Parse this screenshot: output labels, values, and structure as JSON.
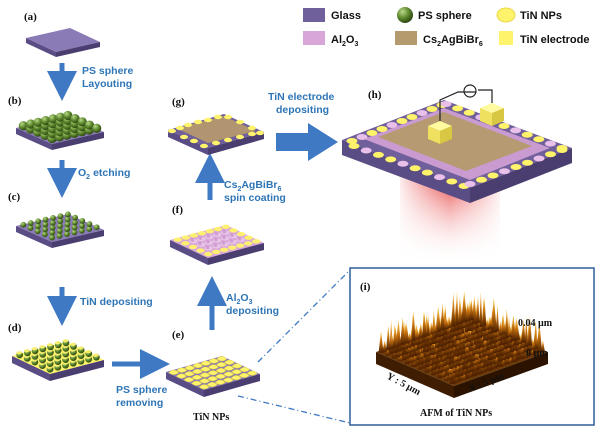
{
  "legend": {
    "glass": "Glass",
    "ps_sphere": "PS sphere",
    "tin_nps": "TiN NPs",
    "al2o3": {
      "main": "Al",
      "sub1": "2",
      "mid": "O",
      "sub2": "3"
    },
    "perovskite": {
      "p1": "Cs",
      "s1": "2",
      "p2": "AgBiBr",
      "s2": "6"
    },
    "tin_electrode": "TiN electrode"
  },
  "panels": {
    "a": "(a)",
    "b": "(b)",
    "c": "(c)",
    "d": "(d)",
    "e": "(e)",
    "f": "(f)",
    "g": "(g)",
    "h": "(h)",
    "i": "(i)"
  },
  "steps": {
    "ab_line1": "PS sphere",
    "ab_line2": "Layouting",
    "bc": "etching",
    "bc_prefix": "O",
    "bc_sub": "2",
    "cd": "TiN depositing",
    "de_line1": "PS sphere",
    "de_line2": "removing",
    "ef_line2": "depositing",
    "ef_al": "Al",
    "ef_s1": "2",
    "ef_o": "O",
    "ef_s2": "3",
    "fg_cs": "Cs",
    "fg_s1": "2",
    "fg_agbibr": "AgBiBr",
    "fg_s2": "6",
    "fg_line2": "spin coating",
    "gh_line1": "TiN electrode",
    "gh_line2": "depositing"
  },
  "e_caption": "TiN NPs",
  "afm": {
    "z_top": "0.04 µm",
    "z_bottom": "0 µm",
    "y_axis": "Y : 5 µm",
    "x_axis": "X : 5 µm",
    "caption": "AFM of TiN NPs"
  },
  "colors": {
    "glass": "#6f5f9a",
    "ps": "#5f8a2f",
    "tin": "#fff36b",
    "al2o3": "#d9a6d9",
    "perov": "#b59a6d",
    "arrow": "#3f79c4"
  }
}
